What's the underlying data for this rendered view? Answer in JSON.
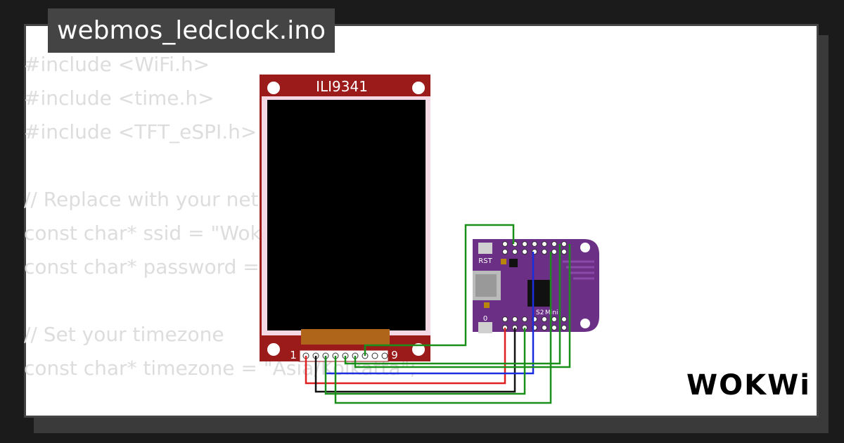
{
  "title": "webmos_ledclock.ino",
  "code_lines": [
    "#include <WiFi.h>",
    "#include <time.h>",
    "#include <TFT_eSPI.h>",
    "",
    "// Replace with your network credentials",
    "const char* ssid = \"Wokwi-GUEST\";",
    "const char* password = \"\";",
    "",
    "// Set your timezone",
    "const char* timezone = \"Asia/Kolkatta\";"
  ],
  "display": {
    "label": "ILI9341",
    "pin_first": "1",
    "pin_last": "9"
  },
  "board": {
    "rst_label": "RST",
    "zero_label": "0",
    "model_label": "S2",
    "mini_label": "Mini"
  },
  "logo": "WOKWi",
  "colors": {
    "display_pcb": "#9b1a1a",
    "board_pcb": "#6b2f86",
    "wire_green": "#1a8f1a",
    "wire_red": "#e02020",
    "wire_blue": "#1a2ee0",
    "wire_black": "#111111"
  }
}
